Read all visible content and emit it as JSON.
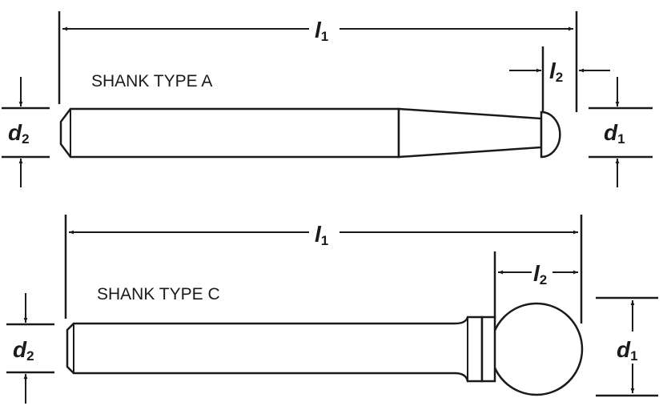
{
  "top": {
    "title": "SHANK TYPE A",
    "l1": {
      "main": "l",
      "sub": "1"
    },
    "l2": {
      "main": "l",
      "sub": "2"
    },
    "d1": {
      "main": "d",
      "sub": "1"
    },
    "d2": {
      "main": "d",
      "sub": "2"
    }
  },
  "bottom": {
    "title": "SHANK TYPE C",
    "l1": {
      "main": "l",
      "sub": "1"
    },
    "l2": {
      "main": "l",
      "sub": "2"
    },
    "d1": {
      "main": "d",
      "sub": "1"
    },
    "d2": {
      "main": "d",
      "sub": "2"
    }
  }
}
